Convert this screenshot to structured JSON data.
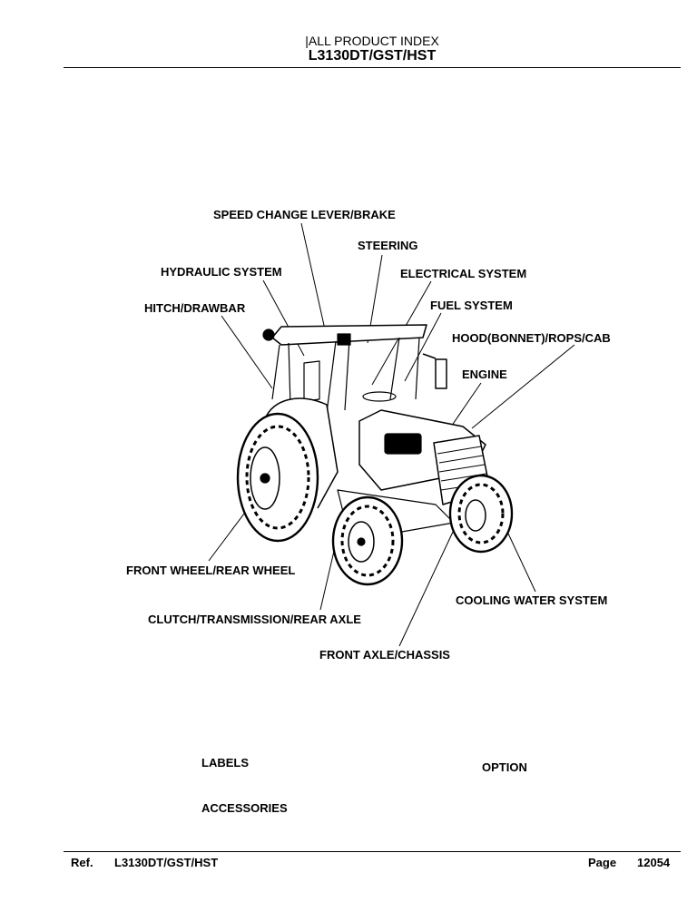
{
  "header": {
    "index_title": "|ALL PRODUCT INDEX",
    "model": "L3130DT/GST/HST"
  },
  "sections": {
    "speed_change": "SPEED CHANGE LEVER/BRAKE",
    "steering": "STEERING",
    "hydraulic": "HYDRAULIC SYSTEM",
    "electrical": "ELECTRICAL SYSTEM",
    "hitch": "HITCH/DRAWBAR",
    "fuel": "FUEL SYSTEM",
    "hood": "HOOD(BONNET)/ROPS/CAB",
    "engine": "ENGINE",
    "wheels": "FRONT WHEEL/REAR WHEEL",
    "cooling": "COOLING WATER SYSTEM",
    "clutch": "CLUTCH/TRANSMISSION/REAR AXLE",
    "front_axle": "FRONT AXLE/CHASSIS",
    "labels": "LABELS",
    "option": "OPTION",
    "accessories": "ACCESSORIES"
  },
  "footer": {
    "ref_label": "Ref.",
    "ref_model": "L3130DT/GST/HST",
    "page_label": "Page",
    "page_number": "12054"
  }
}
